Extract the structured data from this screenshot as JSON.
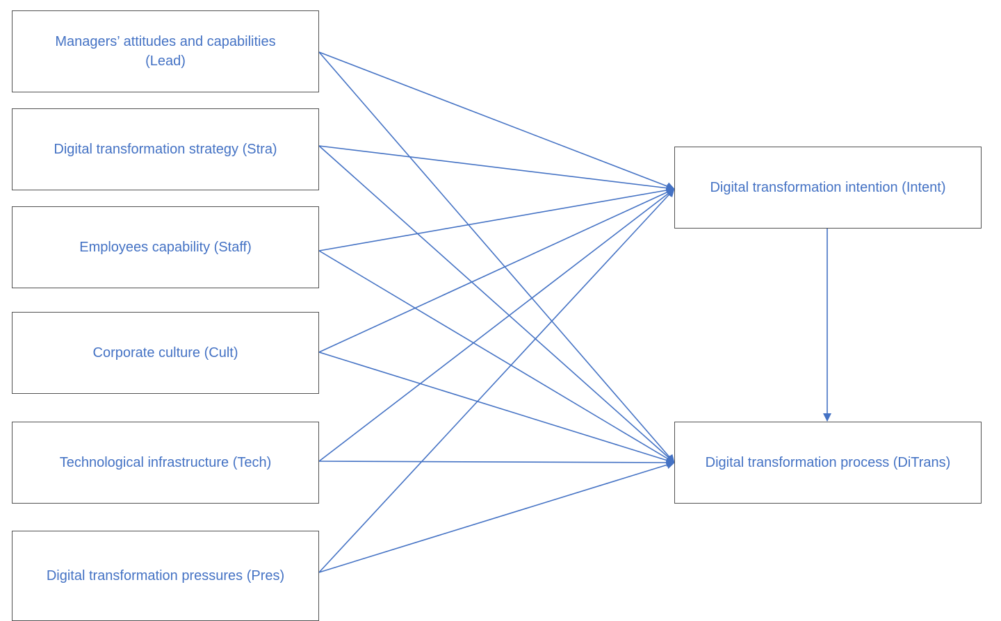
{
  "diagram": {
    "line_color": "#4472C4",
    "text_color": "#4472C4",
    "border_color": "#505050",
    "predictors": {
      "lead": "Managers’ attitudes and capabilities\n(Lead)",
      "stra": "Digital transformation strategy (Stra)",
      "staff": "Employees capability (Staff)",
      "cult": "Corporate culture (Cult)",
      "tech": "Technological infrastructure (Tech)",
      "pres": "Digital transformation pressures (Pres)"
    },
    "outcomes": {
      "intent": "Digital transformation intention (Intent)",
      "ditrans": "Digital transformation process (DiTrans)"
    },
    "edges": [
      {
        "from": "lead",
        "to": "intent"
      },
      {
        "from": "lead",
        "to": "ditrans"
      },
      {
        "from": "stra",
        "to": "intent"
      },
      {
        "from": "stra",
        "to": "ditrans"
      },
      {
        "from": "staff",
        "to": "intent"
      },
      {
        "from": "staff",
        "to": "ditrans"
      },
      {
        "from": "cult",
        "to": "intent"
      },
      {
        "from": "cult",
        "to": "ditrans"
      },
      {
        "from": "tech",
        "to": "intent"
      },
      {
        "from": "tech",
        "to": "ditrans"
      },
      {
        "from": "pres",
        "to": "intent"
      },
      {
        "from": "pres",
        "to": "ditrans"
      },
      {
        "from": "intent",
        "to": "ditrans"
      }
    ]
  }
}
